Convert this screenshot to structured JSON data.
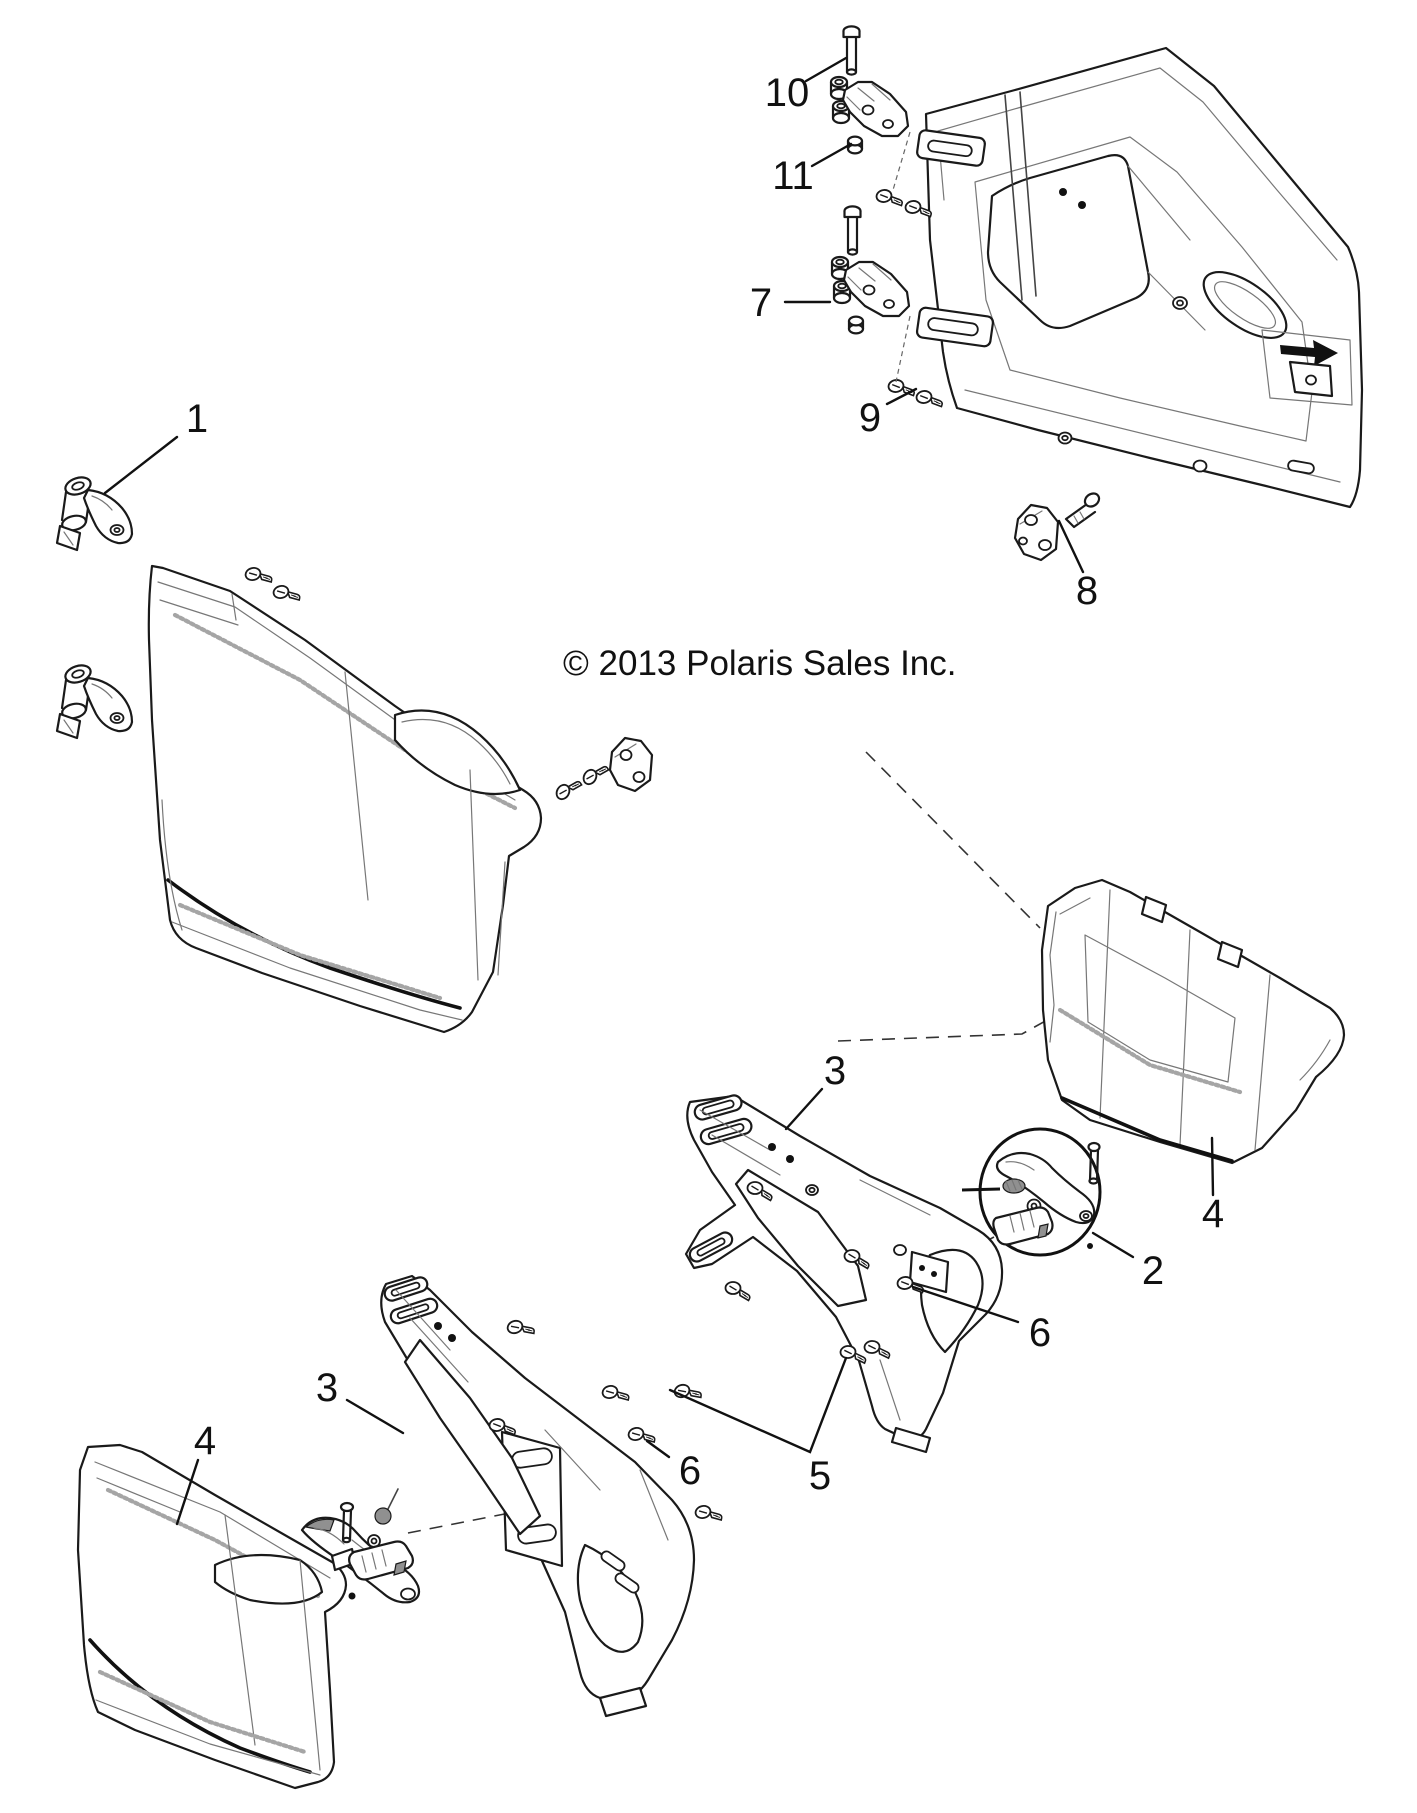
{
  "copyright": "© 2013 Polaris Sales Inc.",
  "callouts": {
    "c1": "1",
    "c2": "2",
    "c3_upper": "3",
    "c3_lower": "3",
    "c4_right": "4",
    "c4_lower": "4",
    "c5": "5",
    "c6_lower": "6",
    "c6_right": "6",
    "c7": "7",
    "c8": "8",
    "c9": "9",
    "c10": "10",
    "c11": "11"
  },
  "colors": {
    "line": "#1a1a1a",
    "shade": "#909090",
    "background": "#ffffff"
  }
}
